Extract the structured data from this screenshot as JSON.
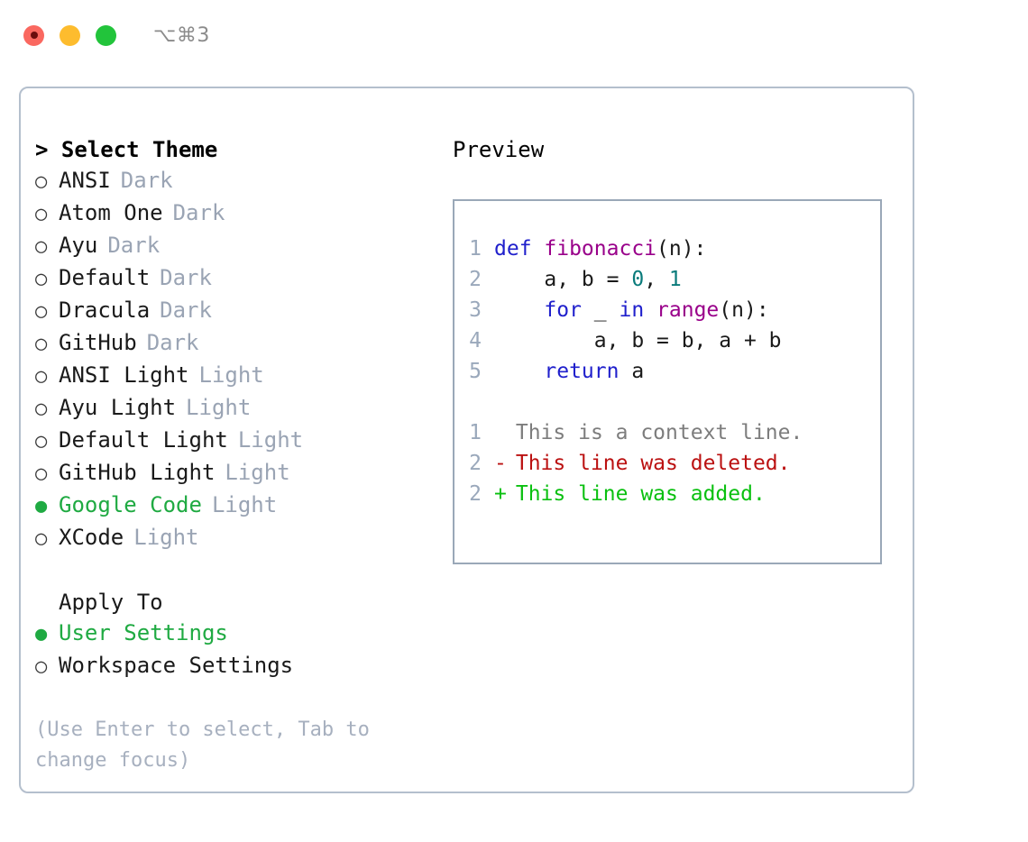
{
  "titlebar": {
    "shortcut": "⌥⌘3",
    "buttons": [
      {
        "name": "close",
        "color": "#fa6860"
      },
      {
        "name": "minimize",
        "color": "#fdbc2e"
      },
      {
        "name": "maximize",
        "color": "#22c43b"
      }
    ]
  },
  "theme_picker": {
    "heading": "> Select Theme",
    "caret": ">",
    "heading_label": "Select Theme",
    "selected_bullet": "●",
    "unselected_bullet": "○",
    "items": [
      {
        "bullet": "○",
        "name": "ANSI",
        "tag": "Dark",
        "selected": false
      },
      {
        "bullet": "○",
        "name": "Atom One",
        "tag": "Dark",
        "selected": false
      },
      {
        "bullet": "○",
        "name": "Ayu",
        "tag": "Dark",
        "selected": false
      },
      {
        "bullet": "○",
        "name": "Default",
        "tag": "Dark",
        "selected": false
      },
      {
        "bullet": "○",
        "name": "Dracula",
        "tag": "Dark",
        "selected": false
      },
      {
        "bullet": "○",
        "name": "GitHub",
        "tag": "Dark",
        "selected": false
      },
      {
        "bullet": "○",
        "name": "ANSI Light",
        "tag": "Light",
        "selected": false
      },
      {
        "bullet": "○",
        "name": "Ayu Light",
        "tag": "Light",
        "selected": false
      },
      {
        "bullet": "○",
        "name": "Default Light",
        "tag": "Light",
        "selected": false
      },
      {
        "bullet": "○",
        "name": "GitHub Light",
        "tag": "Light",
        "selected": false
      },
      {
        "bullet": "●",
        "name": "Google Code",
        "tag": "Light",
        "selected": true
      },
      {
        "bullet": "○",
        "name": "XCode",
        "tag": "Light",
        "selected": false
      }
    ]
  },
  "apply_to": {
    "label": "Apply To",
    "items": [
      {
        "bullet": "●",
        "name": "User Settings",
        "selected": true
      },
      {
        "bullet": "○",
        "name": "Workspace Settings",
        "selected": false
      }
    ]
  },
  "hint": "(Use Enter to select, Tab to change focus)",
  "preview": {
    "title": "Preview",
    "code_lines": [
      {
        "number": "1",
        "tokens": [
          {
            "text": "def ",
            "type": "kw"
          },
          {
            "text": "fibonacci",
            "type": "fn"
          },
          {
            "text": "(n):",
            "type": "plain"
          }
        ]
      },
      {
        "number": "2",
        "tokens": [
          {
            "text": "    a, b = ",
            "type": "plain"
          },
          {
            "text": "0",
            "type": "num"
          },
          {
            "text": ", ",
            "type": "plain"
          },
          {
            "text": "1",
            "type": "num"
          }
        ]
      },
      {
        "number": "3",
        "tokens": [
          {
            "text": "    ",
            "type": "plain"
          },
          {
            "text": "for",
            "type": "kw"
          },
          {
            "text": " _ ",
            "type": "plain"
          },
          {
            "text": "in",
            "type": "kw"
          },
          {
            "text": " ",
            "type": "plain"
          },
          {
            "text": "range",
            "type": "fn"
          },
          {
            "text": "(n):",
            "type": "plain"
          }
        ]
      },
      {
        "number": "4",
        "tokens": [
          {
            "text": "        a, b = b, a + b",
            "type": "plain"
          }
        ]
      },
      {
        "number": "5",
        "tokens": [
          {
            "text": "    ",
            "type": "plain"
          },
          {
            "text": "return",
            "type": "kw"
          },
          {
            "text": " a",
            "type": "plain"
          }
        ]
      }
    ],
    "diff_lines": [
      {
        "number": "1",
        "marker": " ",
        "text": "This is a context line.",
        "kind": "context"
      },
      {
        "number": "2",
        "marker": "-",
        "text": "This line was deleted.",
        "kind": "del"
      },
      {
        "number": "2",
        "marker": "+",
        "text": "This line was added.",
        "kind": "add"
      }
    ]
  },
  "colors": {
    "accent_green": "#1faa42",
    "muted": "#9aa4b4",
    "panel_border": "#b4bfcd",
    "preview_border": "#9aa8b8",
    "keyword": "#2020cc",
    "function": "#99008a",
    "number": "#0a7b7b",
    "diff_add": "#0ac010",
    "diff_del": "#bb1111",
    "diff_context": "#7d7d7d",
    "line_number": "#9aa8bb"
  }
}
